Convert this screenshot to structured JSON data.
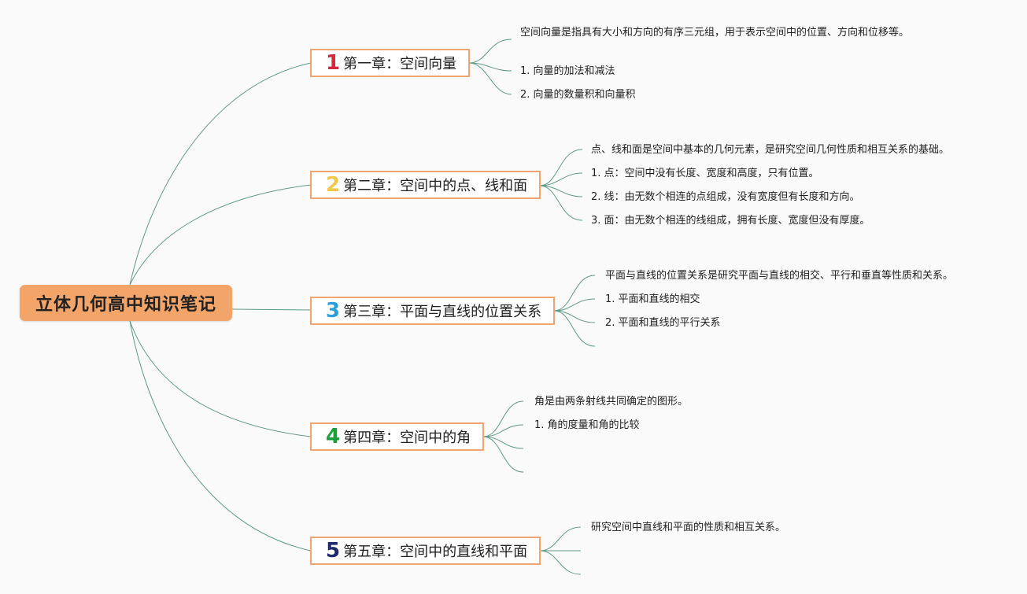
{
  "root": {
    "title": "立体几何高中知识笔记"
  },
  "chapters": [
    {
      "num": "1",
      "num_color": "#d7263d",
      "title": "第一章：空间向量",
      "items": [
        "空间向量是指具有大小和方向的有序三元组，用于表示空间中的位置、方向和位移等。",
        "1. 向量的加法和减法",
        "2. 向量的数量积和向量积"
      ]
    },
    {
      "num": "2",
      "num_color": "#f2c84b",
      "title": "第二章：空间中的点、线和面",
      "items": [
        "点、线和面是空间中基本的几何元素，是研究空间几何性质和相互关系的基础。",
        "1. 点：空间中没有长度、宽度和高度，只有位置。",
        "2. 线：由无数个相连的点组成，没有宽度但有长度和方向。",
        "3. 面：由无数个相连的线组成，拥有长度、宽度但没有厚度。"
      ]
    },
    {
      "num": "3",
      "num_color": "#2b9fd9",
      "title": "第三章：平面与直线的位置关系",
      "items": [
        "平面与直线的位置关系是研究平面与直线的相交、平行和垂直等性质和关系。",
        "1. 平面和直线的相交",
        "2. 平面和直线的平行关系"
      ]
    },
    {
      "num": "4",
      "num_color": "#1e9e3a",
      "title": "第四章：空间中的角",
      "items": [
        "角是由两条射线共同确定的图形。",
        "1. 角的度量和角的比较"
      ]
    },
    {
      "num": "5",
      "num_color": "#1f2a6b",
      "title": "第五章：空间中的直线和平面",
      "items": [
        "研究空间中直线和平面的性质和相互关系。"
      ]
    }
  ],
  "colors": {
    "line": "#5f9a86",
    "chapter_border": "#f0a474",
    "root_fill": "#f2a469"
  }
}
